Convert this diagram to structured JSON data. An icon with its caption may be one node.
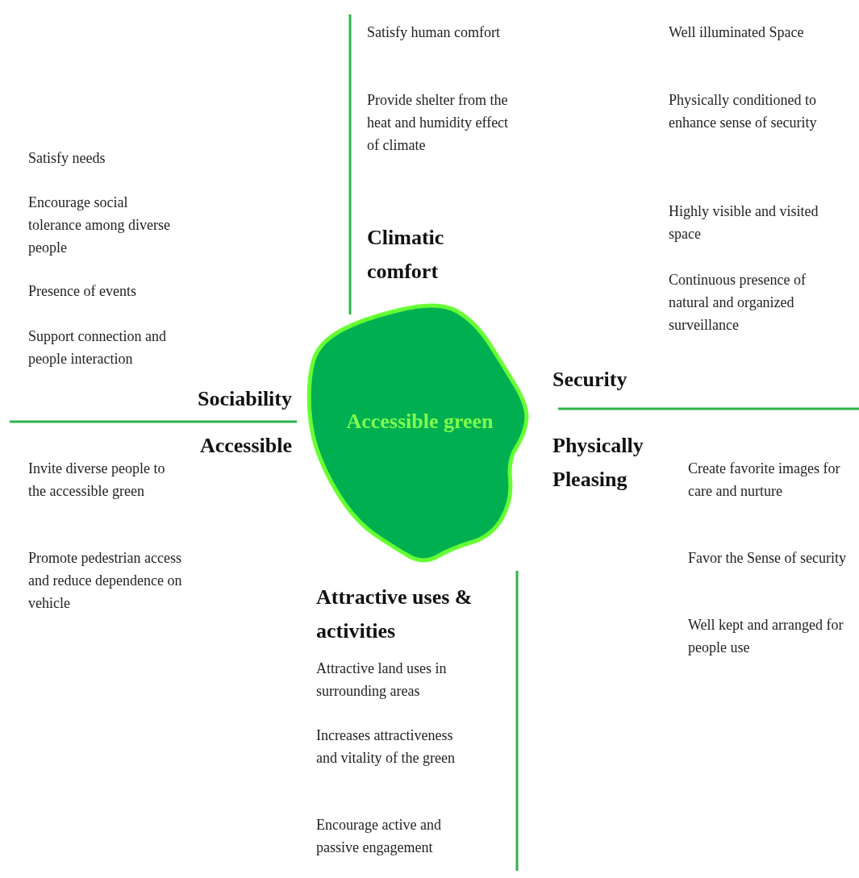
{
  "diagram": {
    "nodes": [
      {
        "text": [
          "Accessible green"
        ]
      }
    ],
    "edges": [],
    "labels": [
      "Satisfy human comfort",
      "Provide shelter from the heat and humidity effect of climate",
      "Climatic comfort",
      "Well illuminated Space",
      "Physically conditioned to enhance sense of security",
      "Highly visible and visited space",
      "Continuous presence of natural and organized surveillance",
      "Satisfy needs",
      "Encourage social tolerance among diverse people",
      "Presence of events",
      "Support connection and people interaction",
      "Sociability",
      "Security",
      "Accessible",
      "Invite diverse people to the accessible green",
      "Promote pedestrian access and reduce dependence on vehicle",
      "Physically Pleasing",
      "Create favorite images for care and nurture",
      "Favor the Sense of security",
      "Well kept and arranged for people use",
      "Attractive uses & activities",
      "Attractive land uses in surrounding areas",
      "Increases attractiveness and vitality of the green",
      "Encourage active and passive engagement"
    ]
  }
}
